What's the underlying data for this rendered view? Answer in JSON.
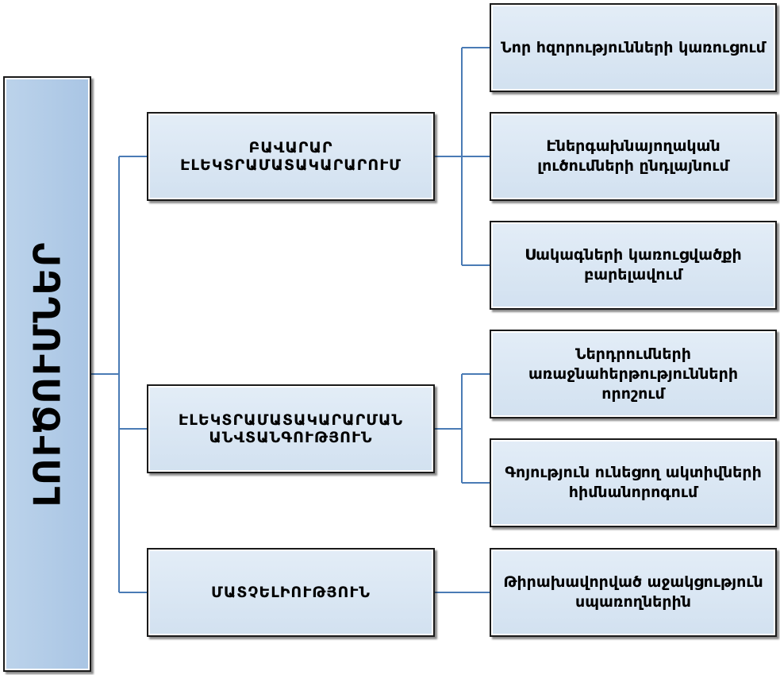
{
  "root": {
    "label": "ԼՈՒԾՈՒՄՆԵՐ"
  },
  "branches": [
    {
      "label": "ԲԱՎԱՐԱՐ ԷԼԵԿՏՐԱՄԱՏԱԿԱՐԱՐՈՒՄ",
      "children": [
        "Նոր հզորությունների կառուցում",
        "Էներգախնայողական լուծումների ընդլայնում",
        "Սակագների կառուցվածքի բարելավում"
      ]
    },
    {
      "label": "ԷԼԵԿՏՐԱՄԱՏԱԿԱՐԱՐՄԱՆ ԱՆՎՏԱՆԳՈՒԹՅՈՒՆ",
      "children": [
        "Ներդրումների առաջնահերթությունների որոշում",
        "Գոյություն ունեցող ակտիվների հիմնանորոգում"
      ]
    },
    {
      "label": "ՄԱՏՉԵԼԻՈՒԹՅՈՒՆ",
      "children": [
        "Թիրախավորված աջակցություն սպառողներին"
      ]
    }
  ]
}
